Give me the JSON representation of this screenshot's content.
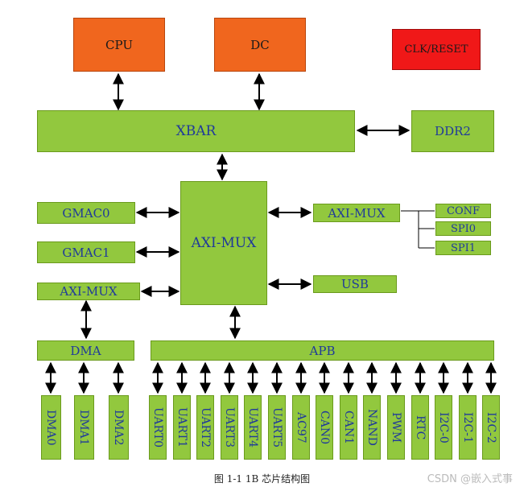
{
  "blocks": {
    "cpu": "CPU",
    "dc": "DC",
    "clk_reset": "CLK/RESET",
    "xbar": "XBAR",
    "ddr2": "DDR2",
    "axi_mux_main": "AXI-MUX",
    "gmac0": "GMAC0",
    "gmac1": "GMAC1",
    "axi_mux_left": "AXI-MUX",
    "axi_mux_right": "AXI-MUX",
    "conf": "CONF",
    "spi0": "SPI0",
    "spi1": "SPI1",
    "usb": "USB",
    "dma": "DMA",
    "apb": "APB"
  },
  "dma_channels": [
    "DMA0",
    "DMA1",
    "DMA2"
  ],
  "apb_devices": [
    "UART0",
    "UART1",
    "UART2",
    "UART3",
    "UART4",
    "UART5",
    "AC97",
    "CAN0",
    "CAN1",
    "NAND",
    "PWM",
    "RTC",
    "I2C-0",
    "I2C-1",
    "I2C-2"
  ],
  "caption": "图  1-1 1B 芯片结构图",
  "watermark": "CSDN @嵌入式事",
  "colors": {
    "green": "#92c83e",
    "orange": "#f0661e",
    "red": "#f01818",
    "text_blue": "#1f3a9a"
  }
}
